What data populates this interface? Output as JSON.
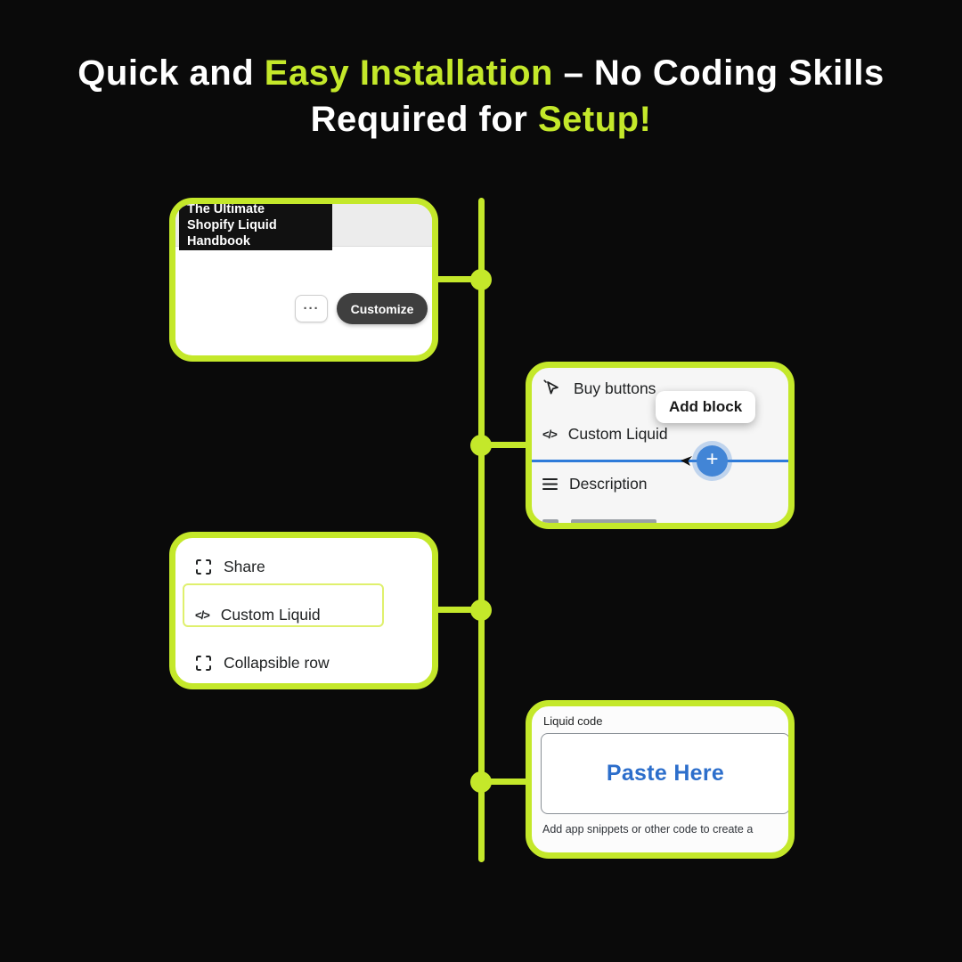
{
  "colors": {
    "accent": "#c4e82a",
    "background": "#0a0a0a",
    "blue_primary": "#2e7bd9",
    "paste_blue": "#2c6ecb"
  },
  "header": {
    "line1": [
      {
        "text": "Quick and "
      },
      {
        "text": "Easy Installation",
        "accent": true
      },
      {
        "text": " – No Coding Skills"
      }
    ],
    "line2": [
      {
        "text": "Required for "
      },
      {
        "text": "Setup!",
        "accent": true
      }
    ]
  },
  "icons": {
    "code_glyph": "</>",
    "more_glyph": "···",
    "add_glyph": "+"
  },
  "panels": {
    "theme_card": {
      "banner_lines": [
        "The Ultimate",
        "Shopify Liquid",
        "Handbook"
      ],
      "customize_button": "Customize"
    },
    "block_picker": {
      "tooltip": "Add block",
      "items": [
        {
          "icon": "cursor-click-icon",
          "label": "Buy buttons"
        },
        {
          "icon": "code-icon",
          "label": "Custom Liquid"
        },
        {
          "icon": "menu-lines-icon",
          "label": "Description"
        }
      ]
    },
    "block_menu": {
      "items": [
        {
          "icon": "corner-brackets-icon",
          "label": "Share"
        },
        {
          "icon": "code-icon",
          "label": "Custom Liquid",
          "highlighted": true
        },
        {
          "icon": "corner-brackets-icon",
          "label": "Collapsible row"
        }
      ]
    },
    "code_panel": {
      "field_label": "Liquid code",
      "paste_text": "Paste Here",
      "helper_text": "Add app snippets or other code to create a"
    }
  }
}
